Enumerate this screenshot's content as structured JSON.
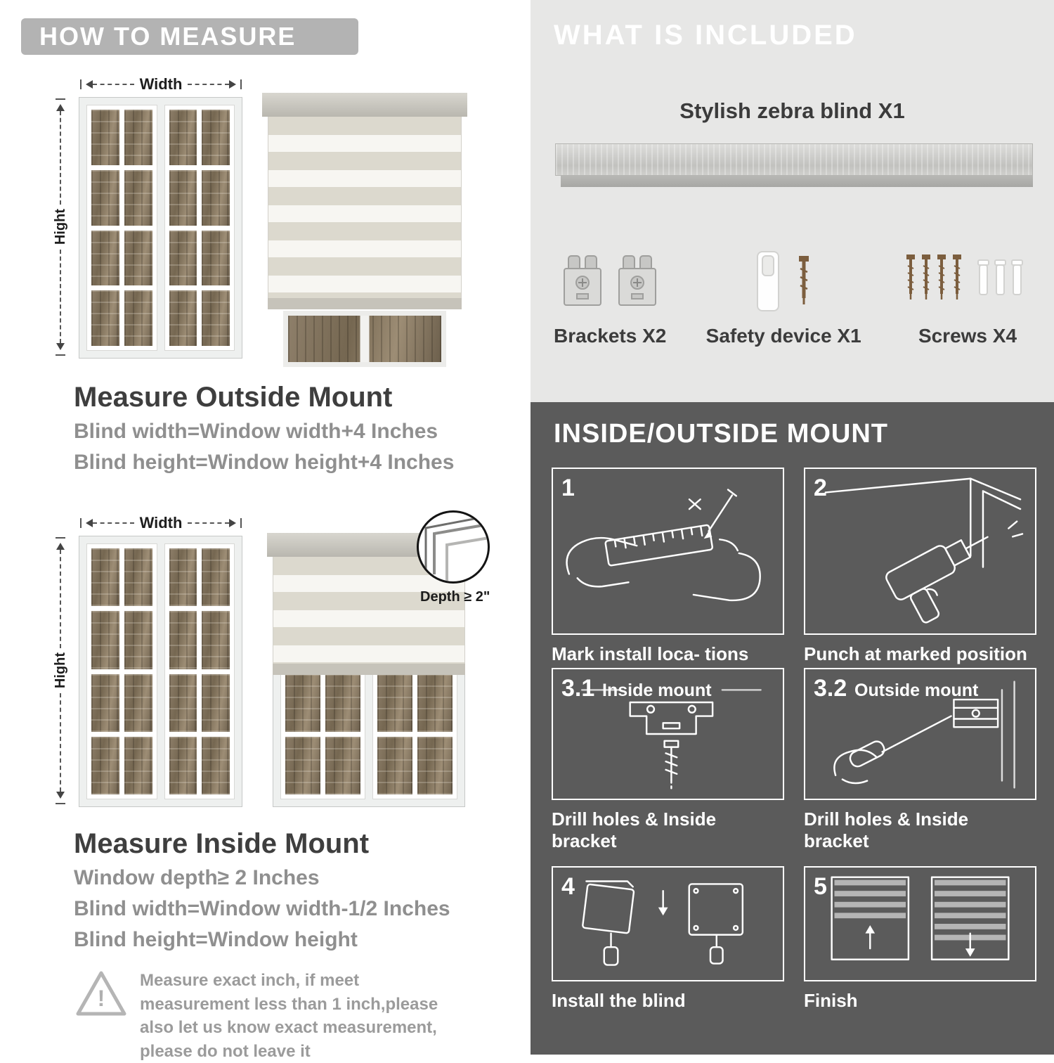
{
  "colors": {
    "badge_gray": "#b3b3b3",
    "light_panel": "#e7e7e6",
    "dark_panel": "#5b5b5b",
    "heading_dark": "#3e3e3e",
    "subtext_gray": "#8f8f8f"
  },
  "left": {
    "header": "HOW TO MEASURE",
    "width_label": "Width",
    "height_label": "Hight",
    "outside_mount": {
      "title": "Measure Outside Mount",
      "line1": "Blind width=Window width+4 Inches",
      "line2": "Blind height=Window height+4 Inches"
    },
    "inside_mount": {
      "title": "Measure Inside Mount",
      "depth_callout": "Depth ≥ 2\"",
      "line1": "Window depth≥ 2 Inches",
      "line2": "Blind width=Window width-1/2 Inches",
      "line3": "Blind height=Window height"
    },
    "warning": {
      "icon": "!",
      "text": "Measure exact inch, if meet measurement less than 1 inch,please also let us know exact measurement, please do not leave it"
    }
  },
  "right": {
    "included": {
      "header": "WHAT IS INCLUDED",
      "blind_label": "Stylish zebra blind X1",
      "items": [
        {
          "label": "Brackets X2"
        },
        {
          "label": "Safety device X1"
        },
        {
          "label": "Screws X4"
        }
      ]
    },
    "mount": {
      "header": "INSIDE/OUTSIDE MOUNT",
      "steps": [
        {
          "num": "1",
          "caption": "Mark install loca- tions"
        },
        {
          "num": "2",
          "caption": "Punch at  marked position"
        },
        {
          "num": "3.1",
          "title": "Inside mount",
          "caption": "Drill holes &  Inside bracket"
        },
        {
          "num": "3.2",
          "title": "Outside mount",
          "caption": "Drill holes &  Inside bracket"
        },
        {
          "num": "4",
          "caption": "Install the blind"
        },
        {
          "num": "5",
          "caption": "Finish"
        }
      ]
    }
  }
}
